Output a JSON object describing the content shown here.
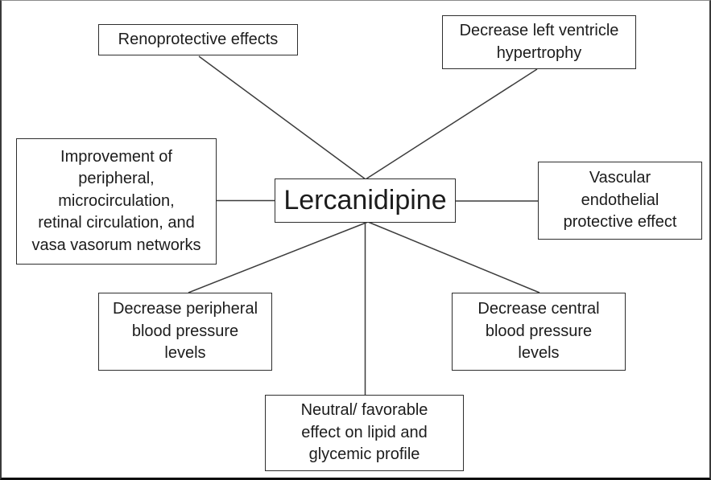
{
  "diagram": {
    "center": {
      "label": "Lercanidipine"
    },
    "nodes": {
      "renoprotective": {
        "label": "Renoprotective effects"
      },
      "lv_hypertrophy": {
        "label": "Decrease left ventricle\nhypertrophy"
      },
      "microcirculation": {
        "label": "Improvement of\nperipheral,\nmicrocirculation,\nretinal circulation, and\nvasa vasorum networks"
      },
      "vascular_endothelial": {
        "label": "Vascular\nendothelial\nprotective effect"
      },
      "peripheral_bp": {
        "label": "Decrease peripheral\nblood pressure\nlevels"
      },
      "central_bp": {
        "label": "Decrease central\nblood pressure\nlevels"
      },
      "lipid_glycemic": {
        "label": "Neutral/ favorable\neffect on lipid and\nglycemic profile"
      }
    },
    "colors": {
      "background": "#ffffff",
      "box_border": "#2e2e2e",
      "text": "#1c1c1c",
      "line": "#3c3c3c"
    }
  }
}
